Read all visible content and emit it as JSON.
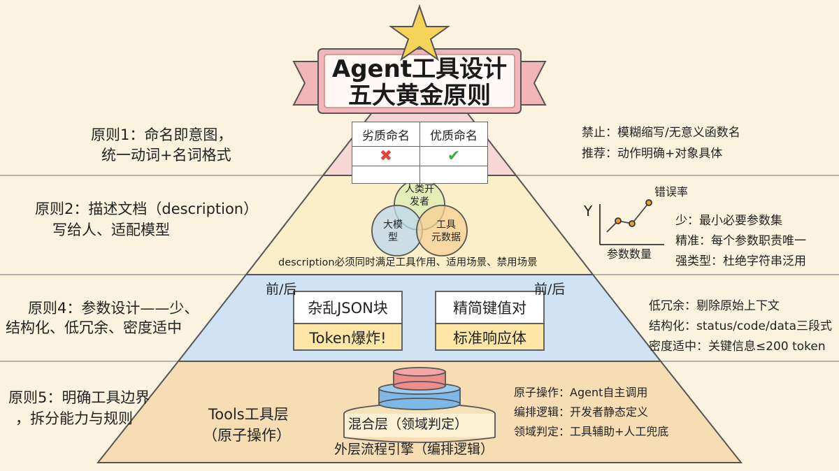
{
  "title": {
    "line1": "Agent工具设计",
    "line2": "五大黄金原则"
  },
  "layer1": {
    "left_line1": "原则1：命名即意图，",
    "left_line2": "统一动词+名词格式",
    "table_header_bad": "劣质命名",
    "table_header_good": "优质命名",
    "right_line1": "禁止：模糊缩写/无意义函数名",
    "right_line2": "推荐：动作明确+对象具体"
  },
  "layer2": {
    "left_line1": "原则2：描述文档（description）",
    "left_line2": "写给人、适配模型",
    "venn_top": "人类开\n发者",
    "venn_left": "大模\n型",
    "venn_right": "工具\n元数据",
    "caption": "description必须同时满足工具作用、适用场景、禁用场景",
    "chart_y_label": "Y",
    "chart_title": "错误率",
    "chart_x_label": "参数数量",
    "right_line1": "少：最小必要参数集",
    "right_line2": "精准：每个参数职责唯一",
    "right_line3": "强类型：杜绝字符串泛用"
  },
  "layer3": {
    "left_line1": "原则4：参数设计——少、",
    "left_line2": "结构化、低冗余、密度适中",
    "before_after_left": "前/后",
    "before_after_right": "前/后",
    "box_left_top": "杂乱JSON块",
    "box_left_bottom": "Token爆炸!",
    "box_right_top": "精简键值对",
    "box_right_bottom": "标准响应体",
    "right_line1": "低冗余：剔除原始上下文",
    "right_line2": "结构化：status/code/data三段式",
    "right_line3": "密度适中：关键信息≤200 token"
  },
  "layer4": {
    "left_line1": "原则5：明确工具边界",
    "left_line2": "，拆分能力与规则",
    "tools_line1": "Tools工具层",
    "tools_line2": "（原子操作）",
    "mixed_layer": "混合层（领域判定）",
    "outer_layer": "外层流程引擎（编排逻辑）",
    "right_line1": "原子操作：Agent自主调用",
    "right_line2": "编排逻辑：开发者静态定义",
    "right_line3": "领域判定：工具辅助+人工兜底"
  },
  "colors": {
    "background": "#fbf3df",
    "layer_pink": "#f6d7d5",
    "layer_cream": "#fbefc9",
    "layer_blue": "#cfe3f5",
    "layer_tan": "#f7ddb4",
    "banner": "#f3b6b8",
    "star": "#f5d35a",
    "cross": "#e0443a",
    "check": "#3fae4a",
    "note_yellow": "#fde6a6"
  },
  "icons": [
    "star-icon",
    "cross-icon",
    "check-icon"
  ]
}
